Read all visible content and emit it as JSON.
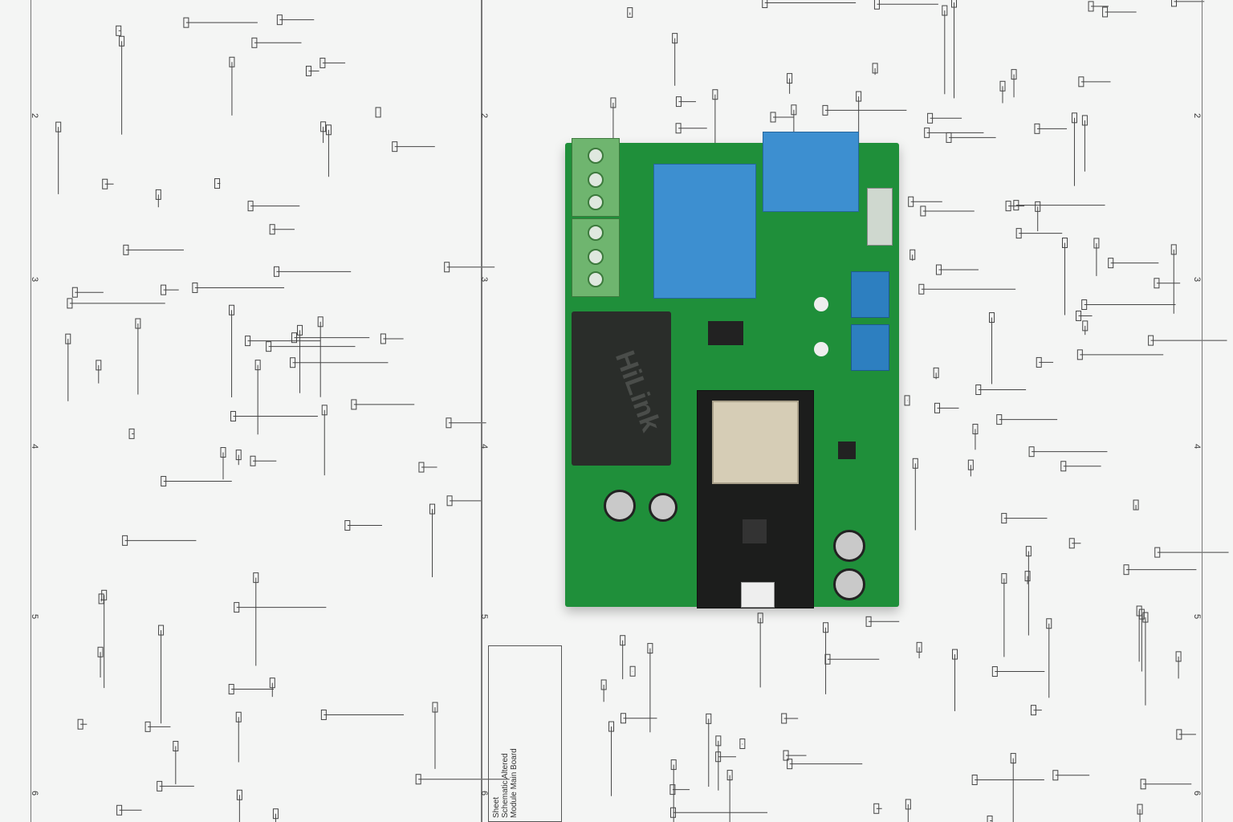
{
  "pcb": {
    "module_brand": "HiLink",
    "board_color": "#1f8f3a",
    "relay_color": "#3d8fd0",
    "terminal_color": "#6fb56f"
  },
  "schematic": {
    "row_markers": [
      "2",
      "3",
      "4",
      "5",
      "6"
    ],
    "title_block": {
      "line1": "Sheet",
      "line2": "Schematic Altered",
      "line3": "Module Main Board"
    }
  }
}
